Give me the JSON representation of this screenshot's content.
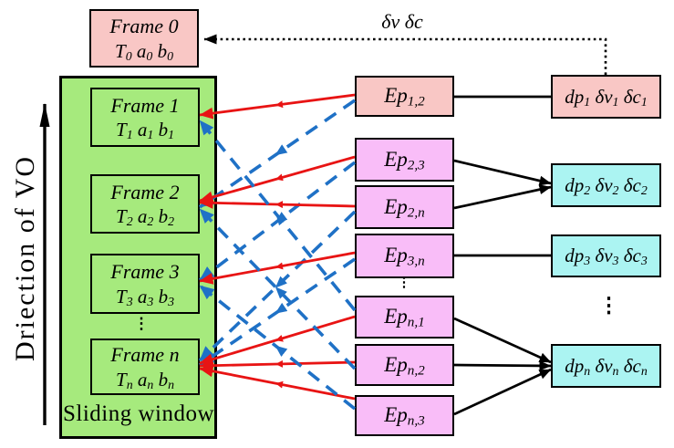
{
  "colors": {
    "frame_pink": "#f9c7c5",
    "window_green": "#a6ea7d",
    "ep_magenta": "#f9bdf8",
    "state_cyan": "#abf4f2",
    "constraint_red": "#e81414",
    "constraint_blue": "#1f71c6",
    "line_black": "#000000"
  },
  "direction_arrow": {
    "label": "Driection of VO"
  },
  "sliding_window": {
    "label": "Sliding window"
  },
  "feedback_label": "δv δc",
  "ellipsis": "⋮",
  "frame0": {
    "title": "Frame 0",
    "params": [
      {
        "t": "T",
        "sub": "0"
      },
      {
        "t": " a",
        "sub": "0"
      },
      {
        "t": " b",
        "sub": "0"
      }
    ]
  },
  "frames": [
    {
      "title": "Frame 1",
      "params": [
        {
          "t": "T",
          "sub": "1"
        },
        {
          "t": " a",
          "sub": "1"
        },
        {
          "t": " b",
          "sub": "1"
        }
      ]
    },
    {
      "title": "Frame 2",
      "params": [
        {
          "t": "T",
          "sub": "2"
        },
        {
          "t": " a",
          "sub": "2"
        },
        {
          "t": " b",
          "sub": "2"
        }
      ]
    },
    {
      "title": "Frame 3",
      "params": [
        {
          "t": "T",
          "sub": "3"
        },
        {
          "t": " a",
          "sub": "3"
        },
        {
          "t": " b",
          "sub": "3"
        }
      ]
    },
    {
      "title": "Frame n",
      "params": [
        {
          "t": "T",
          "sub": "n"
        },
        {
          "t": " a",
          "sub": "n"
        },
        {
          "t": " b",
          "sub": "n"
        }
      ]
    }
  ],
  "ep_nodes": [
    {
      "id": "Ep1,2",
      "label": [
        {
          "t": "Ep",
          "sub": "1,2"
        }
      ],
      "fill": "pink"
    },
    {
      "id": "Ep2,3",
      "label": [
        {
          "t": "Ep",
          "sub": "2,3"
        }
      ],
      "fill": "magenta"
    },
    {
      "id": "Ep2,n",
      "label": [
        {
          "t": "Ep",
          "sub": "2,n"
        }
      ],
      "fill": "magenta"
    },
    {
      "id": "Ep3,n",
      "label": [
        {
          "t": "Ep",
          "sub": "3,n"
        }
      ],
      "fill": "magenta"
    },
    {
      "id": "Epn,1",
      "label": [
        {
          "t": "Ep",
          "sub": "n,1"
        }
      ],
      "fill": "magenta"
    },
    {
      "id": "Epn,2",
      "label": [
        {
          "t": "Ep",
          "sub": "n,2"
        }
      ],
      "fill": "magenta"
    },
    {
      "id": "Epn,3",
      "label": [
        {
          "t": "Ep",
          "sub": "n,3"
        }
      ],
      "fill": "magenta"
    }
  ],
  "state_nodes": [
    {
      "id": "dp1",
      "label": [
        {
          "t": "dp",
          "sub": "1"
        },
        {
          "t": " δv",
          "sub": "1"
        },
        {
          "t": " δc",
          "sub": "1"
        }
      ],
      "fill": "pink"
    },
    {
      "id": "dp2",
      "label": [
        {
          "t": "dp",
          "sub": "2"
        },
        {
          "t": " δv",
          "sub": "2"
        },
        {
          "t": " δc",
          "sub": "2"
        }
      ],
      "fill": "cyan"
    },
    {
      "id": "dp3",
      "label": [
        {
          "t": "dp",
          "sub": "3"
        },
        {
          "t": " δv",
          "sub": "3"
        },
        {
          "t": " δc",
          "sub": "3"
        }
      ],
      "fill": "cyan"
    },
    {
      "id": "dpn",
      "label": [
        {
          "t": "dp",
          "sub": "n"
        },
        {
          "t": " δv",
          "sub": "n"
        },
        {
          "t": " δc",
          "sub": "n"
        }
      ],
      "fill": "cyan"
    }
  ],
  "edges": {
    "constraints": [
      {
        "from": "Ep1,2",
        "to": "Frame 1",
        "style": "red-solid"
      },
      {
        "from": "Ep1,2",
        "to": "Frame 2",
        "style": "blue-dashed"
      },
      {
        "from": "Ep2,3",
        "to": "Frame 2",
        "style": "red-solid"
      },
      {
        "from": "Ep2,3",
        "to": "Frame 3",
        "style": "blue-dashed"
      },
      {
        "from": "Ep2,n",
        "to": "Frame 2",
        "style": "red-solid"
      },
      {
        "from": "Ep2,n",
        "to": "Frame n",
        "style": "blue-dashed"
      },
      {
        "from": "Ep3,n",
        "to": "Frame 3",
        "style": "red-solid"
      },
      {
        "from": "Ep3,n",
        "to": "Frame n",
        "style": "blue-dashed"
      },
      {
        "from": "Epn,1",
        "to": "Frame n",
        "style": "red-solid"
      },
      {
        "from": "Epn,1",
        "to": "Frame 1",
        "style": "blue-dashed"
      },
      {
        "from": "Epn,2",
        "to": "Frame n",
        "style": "red-solid"
      },
      {
        "from": "Epn,2",
        "to": "Frame 2",
        "style": "blue-dashed"
      },
      {
        "from": "Epn,3",
        "to": "Frame n",
        "style": "red-solid"
      },
      {
        "from": "Epn,3",
        "to": "Frame 3",
        "style": "blue-dashed"
      }
    ],
    "state_links": [
      {
        "from": "Ep1,2",
        "to": "dp1",
        "arrow": false
      },
      {
        "from": "Ep2,3",
        "to": "dp2",
        "arrow": true
      },
      {
        "from": "Ep2,n",
        "to": "dp2",
        "arrow": true
      },
      {
        "from": "Ep3,n",
        "to": "dp3",
        "arrow": false
      },
      {
        "from": "Epn,1",
        "to": "dpn",
        "arrow": true
      },
      {
        "from": "Epn,2",
        "to": "dpn",
        "arrow": true
      },
      {
        "from": "Epn,3",
        "to": "dpn",
        "arrow": true
      }
    ],
    "feedback": {
      "from": "dp1",
      "to": "Frame 0",
      "label": "δv δc",
      "style": "black-dotted"
    }
  }
}
